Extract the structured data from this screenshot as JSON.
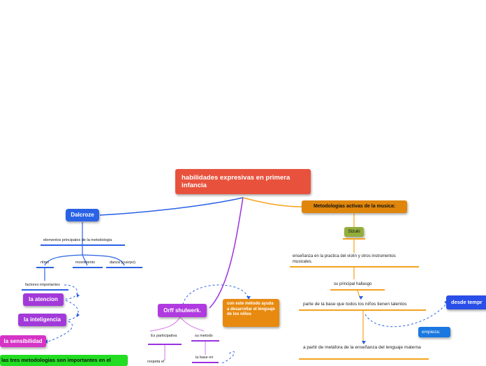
{
  "root": {
    "label": "habilidades expresivas en primera infancia",
    "color": "#e8523d"
  },
  "dalcroze": {
    "label": "Dalcroze",
    "color": "#2a62e6",
    "line_color": "#2a62e6",
    "elements_label": "elementos principales de la metodologia",
    "items": [
      "ritmo",
      "movimiento",
      "danza (cuerpo)"
    ],
    "factors_label": "factores importantes",
    "factors": [
      {
        "label": "la atencion",
        "color": "#a23ad9"
      },
      {
        "label": "la inteligencia",
        "color": "#a23ad9"
      },
      {
        "label": "la sensibilidad",
        "color": "#d633c7"
      }
    ],
    "conclusion": {
      "label": "las tres metodologias son importantes en el",
      "color": "#22dd22"
    }
  },
  "orff": {
    "label": "Orff shulwerk.",
    "color": "#b03ae0",
    "line_color": "#9b30e0",
    "note": {
      "label": "con este método ayuda a desarrollar el lenguaje de los niños",
      "color": "#e88a10"
    },
    "branches": [
      "Es participativa",
      "su metodo"
    ],
    "sub_left": "respeta el",
    "sub_right": "la base en"
  },
  "active": {
    "label": "Metodologias activas de la musica:",
    "color": "#e0860c",
    "line_color": "#f5a31c",
    "suzuki": {
      "label": "Sizuki",
      "color": "#94ae3c"
    },
    "texts": [
      "enseñanza en la practica del violín y otros instrumentos musicales.",
      "su principal hallasgo",
      "parte de la base que todos los niños tienen talentos",
      "a partir de metáfora de la enseñanza del lenguaje materna"
    ],
    "empieza": {
      "label": "empieza:",
      "color": "#1a78e0"
    },
    "desde": {
      "label": "desde tempr",
      "color": "#2a4ee8"
    }
  }
}
